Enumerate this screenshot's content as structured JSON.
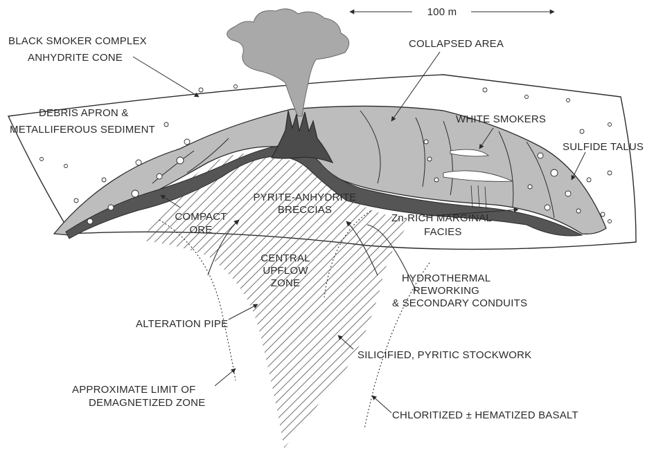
{
  "scale": {
    "label": "100 m"
  },
  "labels": {
    "black_smoker_complex": "BLACK SMOKER COMPLEX",
    "anhydrite_cone": "ANHYDRITE CONE",
    "collapsed_area": "COLLAPSED AREA",
    "debris_apron": "DEBRIS APRON &",
    "metalliferous_sediment": "METALLIFEROUS SEDIMENT",
    "white_smokers": "WHITE SMOKERS",
    "sulfide_talus": "SULFIDE TALUS",
    "pyrite_anhydrite": "PYRITE-ANHYDRITE",
    "breccias": "BRECCIAS",
    "compact": "COMPACT",
    "ore": "ORE",
    "zn_rich": "Zn-RICH MARGINAL",
    "facies": "FACIES",
    "central": "CENTRAL",
    "upflow": "UPFLOW",
    "zone": "ZONE",
    "hydrothermal": "HYDROTHERMAL",
    "reworking": "REWORKING",
    "secondary_conduits": "& SECONDARY CONDUITS",
    "alteration_pipe": "ALTERATION PIPE",
    "silicified_stockwork": "SILICIFIED, PYRITIC STOCKWORK",
    "approx_limit": "APPROXIMATE LIMIT OF",
    "demagnetized_zone": "DEMAGNETIZED ZONE",
    "chloritized_basalt": "CHLORITIZED ± HEMATIZED BASALT"
  },
  "colors": {
    "line": "#2a2a2a",
    "mound_fill": "#bdbdbd",
    "mound_dark": "#555555",
    "plume": "#a9a9a9",
    "hatch": "#555555"
  }
}
